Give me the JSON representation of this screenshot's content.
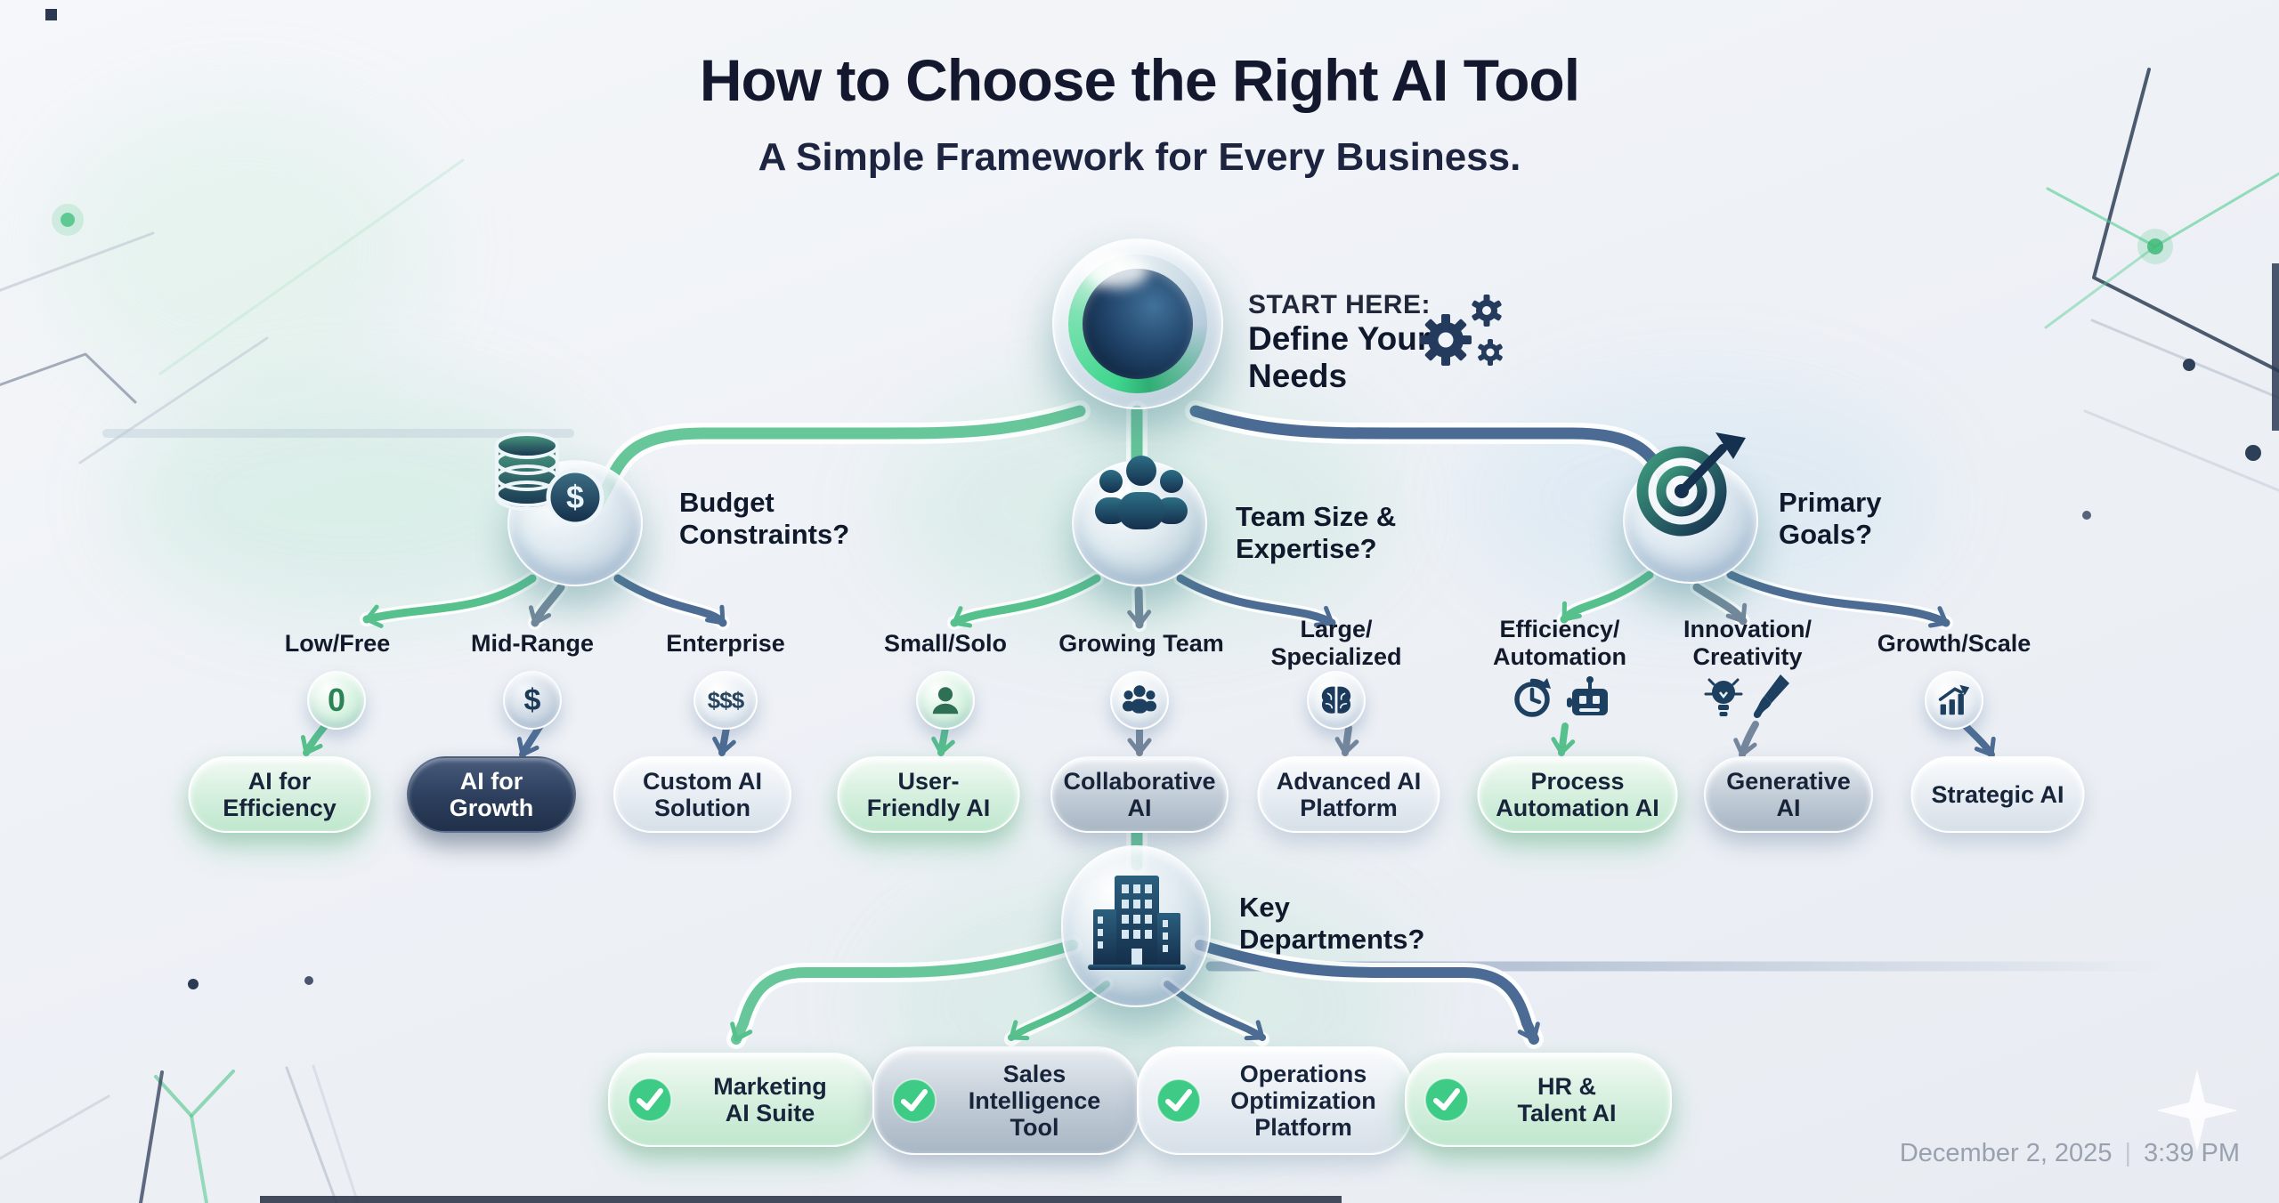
{
  "header": {
    "title": "How to Choose the Right AI Tool",
    "subtitle": "A Simple Framework for Every Business."
  },
  "start": {
    "kicker": "START HERE:",
    "label": "Define Your Needs"
  },
  "branches": [
    {
      "question": "Budget Constraints?",
      "icon": "coins-dollar-icon",
      "children": [
        {
          "label": "Low/Free",
          "badge": "0",
          "result": "AI for Efficiency",
          "style": "green"
        },
        {
          "label": "Mid-Range",
          "badge": "$",
          "result": "AI for Growth",
          "style": "dark"
        },
        {
          "label": "Enterprise",
          "badge": "$$$",
          "result": "Custom AI Solution",
          "style": "light"
        }
      ]
    },
    {
      "question": "Team Size & Expertise?",
      "icon": "team-group-icon",
      "children": [
        {
          "label": "Small/Solo",
          "badge_icon": "person-icon",
          "result": "User-Friendly AI",
          "style": "green"
        },
        {
          "label": "Growing Team",
          "badge_icon": "people-icon",
          "result": "Collaborative AI",
          "style": "silver"
        },
        {
          "label": "Large/Specialized",
          "badge_icon": "brain-icon",
          "result": "Advanced AI Platform",
          "style": "light"
        }
      ]
    },
    {
      "question": "Primary Goals?",
      "icon": "target-arrow-icon",
      "children": [
        {
          "label": "Efficiency/Automation",
          "badge_icon": "clock-robot-icon",
          "result": "Process Automation AI",
          "style": "green"
        },
        {
          "label": "Innovation/Creativity",
          "badge_icon": "bulb-brush-icon",
          "result": "Generative AI",
          "style": "silver"
        },
        {
          "label": "Growth/Scale",
          "badge_icon": "chart-icon",
          "result": "Strategic AI",
          "style": "light"
        }
      ]
    }
  ],
  "departments": {
    "question": "Key Departments?",
    "icon": "buildings-icon",
    "items": [
      {
        "label": "Marketing AI Suite",
        "style": "green"
      },
      {
        "label": "Sales Intelligence Tool",
        "style": "silver"
      },
      {
        "label": "Operations Optimization Platform",
        "style": "light"
      },
      {
        "label": "HR & Talent AI",
        "style": "green"
      }
    ]
  },
  "footer": {
    "date": "December 2, 2025",
    "separator": "|",
    "time": "3:39 PM"
  },
  "colors": {
    "accent_green": "#4ec48b",
    "accent_navy": "#1d3557",
    "tube_green": "#68c79a",
    "tube_blue": "#4b6b94",
    "pill_dark": "#2c3e5c",
    "title_navy": "#14182e",
    "background": "#eef1f6"
  }
}
